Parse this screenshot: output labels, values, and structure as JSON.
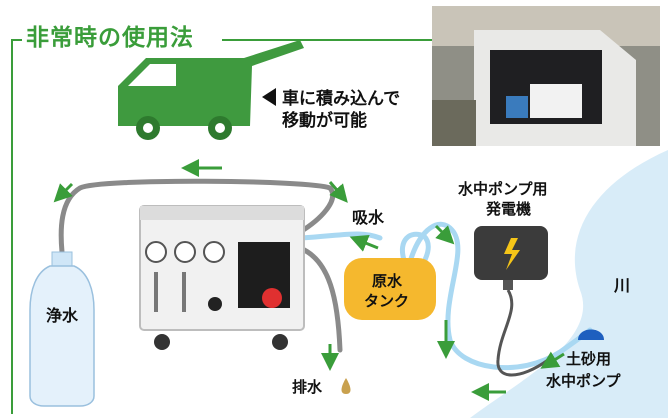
{
  "title": "非常時の使用法",
  "move_note": {
    "line1": "車に積み込んで",
    "line2": "移動が可能"
  },
  "labels": {
    "intake": "吸水",
    "generator_line1": "水中ポンプ用",
    "generator_line2": "発電機",
    "river": "川",
    "raw_tank_line1": "原水",
    "raw_tank_line2": "タンク",
    "clean_water": "浄水",
    "drain": "排水",
    "pump_line1": "土砂用",
    "pump_line2": "水中ポンプ"
  },
  "colors": {
    "accent_green": "#3a9d3a",
    "truck_green": "#3f9a3f",
    "tank_orange": "#f5b82e",
    "hose_blue": "#a9d8f2",
    "river_blue": "#d8ecf8",
    "pump_blue": "#1e5fbf"
  }
}
